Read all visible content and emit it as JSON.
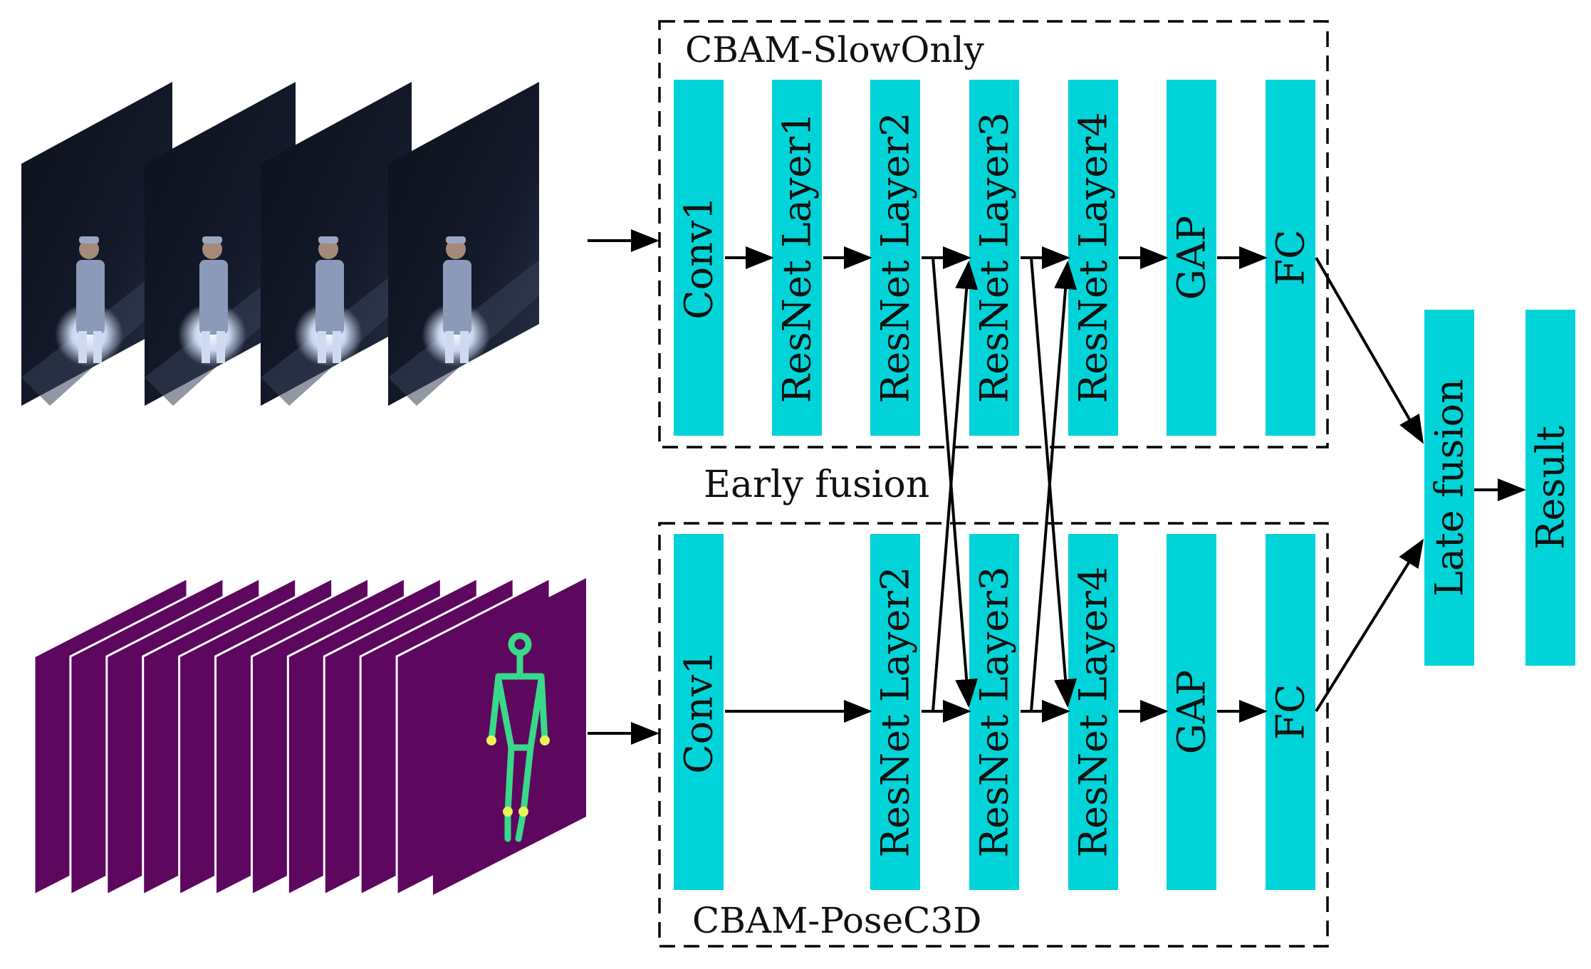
{
  "branches": {
    "top": {
      "title": "CBAM-SlowOnly",
      "blocks": [
        "Conv1",
        "ResNet Layer1",
        "ResNet Layer2",
        "ResNet Layer3",
        "ResNet Layer4",
        "GAP",
        "FC"
      ]
    },
    "bottom": {
      "title": "CBAM-PoseC3D",
      "blocks": [
        "Conv1",
        "ResNet Layer2",
        "ResNet Layer3",
        "ResNet Layer4",
        "GAP",
        "FC"
      ]
    }
  },
  "early_fusion_label": "Early fusion",
  "late_fusion_label": "Late fusion",
  "result_label": "Result",
  "inputs": {
    "rgb_frame_count": 4,
    "heatmap_frame_count": 12
  },
  "colors": {
    "block": "#00d4d8",
    "rgb_frame": "#0b0f1a",
    "heatmap_bg": "#5e075f",
    "skeleton": "#3bd88a",
    "line": "#000000"
  }
}
